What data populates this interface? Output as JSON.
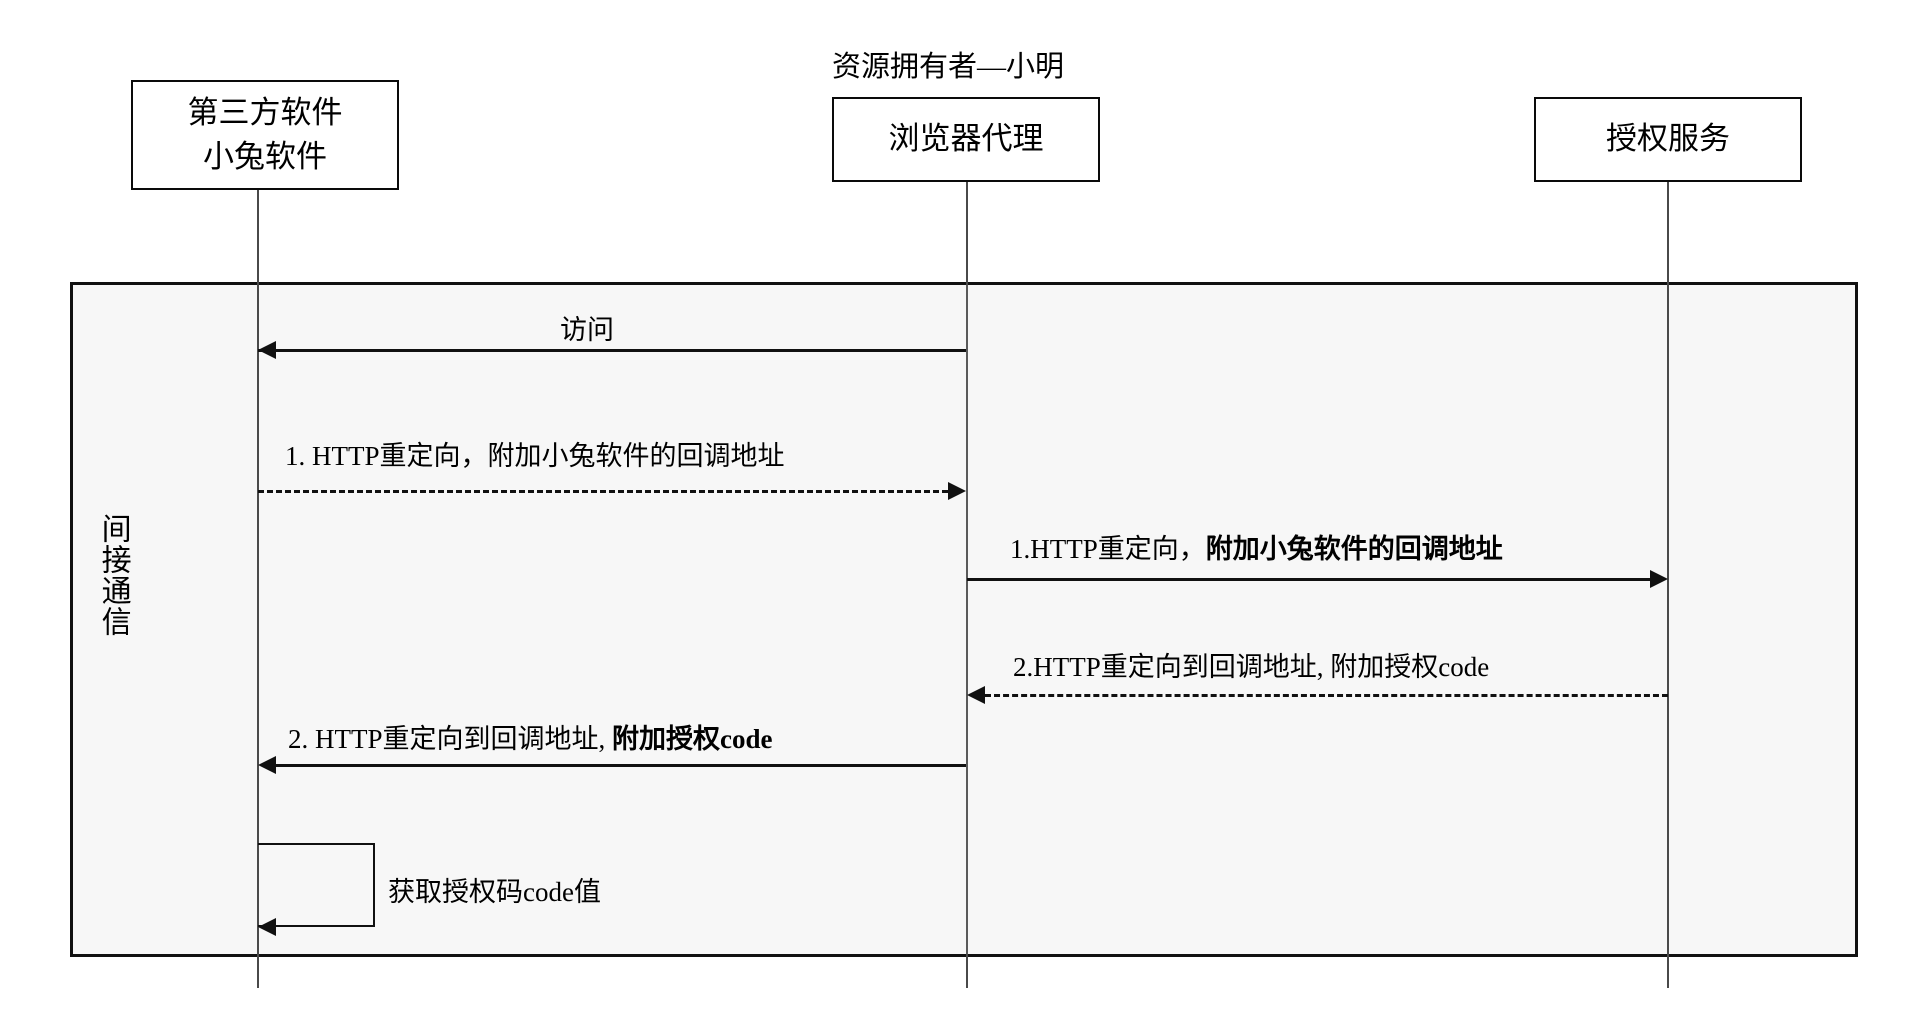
{
  "diagram": {
    "title": "资源拥有者—小明",
    "frame_label": "间接通信",
    "participants": [
      {
        "id": "third-party-software",
        "line1": "第三方软件",
        "line2": "小兔软件"
      },
      {
        "id": "browser-agent",
        "line1": "浏览器代理",
        "line2": ""
      },
      {
        "id": "authorization-service",
        "line1": "授权服务",
        "line2": ""
      }
    ],
    "messages": [
      {
        "id": "m1-access",
        "label": "访问",
        "label_bold": "",
        "style": "solid",
        "direction": "left",
        "from": "browser-agent",
        "to": "third-party-software"
      },
      {
        "id": "m2-http-redirect-callback",
        "label": "1.  HTTP重定向，附加小兔软件的回调地址",
        "label_bold": "",
        "style": "dashed",
        "direction": "right",
        "from": "third-party-software",
        "to": "browser-agent"
      },
      {
        "id": "m3-http-redirect-callback-auth",
        "label": "1.HTTP重定向，",
        "label_bold": "附加小兔软件的回调地址",
        "style": "solid",
        "direction": "right",
        "from": "browser-agent",
        "to": "authorization-service"
      },
      {
        "id": "m4-http-redirect-code",
        "label": "2.HTTP重定向到回调地址, 附加授权code",
        "label_bold": "",
        "style": "dashed",
        "direction": "left",
        "from": "authorization-service",
        "to": "browser-agent"
      },
      {
        "id": "m5-http-redirect-code-client",
        "label": "2.  HTTP重定向到回调地址, ",
        "label_bold": "附加授权code",
        "style": "solid",
        "direction": "left",
        "from": "browser-agent",
        "to": "third-party-software"
      }
    ],
    "self_call": {
      "id": "self-get-auth-code",
      "label": "获取授权码code值",
      "on": "third-party-software"
    },
    "colors": {
      "stroke": "#111111",
      "frame_fill": "#f7f7f7",
      "lifeline": "#4a4a4a",
      "background": "#ffffff"
    }
  }
}
